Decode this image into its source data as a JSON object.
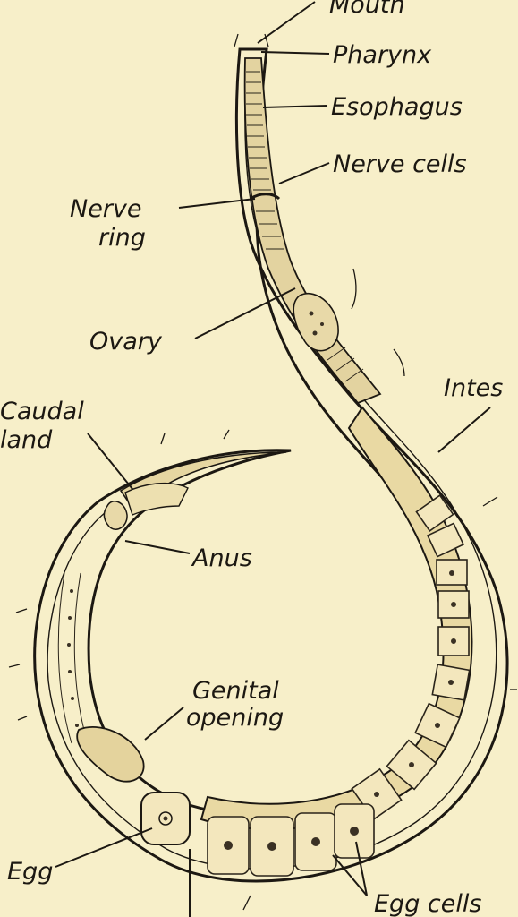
{
  "colors": {
    "paper": "#f7efc9",
    "ink": "#1c1812",
    "body_fill": "#efe2b4",
    "intestine_fill": "#e9d9a3"
  },
  "labels": {
    "mouth": "Mouth",
    "pharynx": "Pharynx",
    "esophagus": "Esophagus",
    "nerve_cells": "Nerve cells",
    "nerve_ring_1": "Nerve",
    "nerve_ring_2": "ring",
    "ovary": "Ovary",
    "intestine": "Intes",
    "caudal_gland_1": "Caudal",
    "caudal_gland_2": "land",
    "anus": "Anus",
    "genital_opening_1": "Genital",
    "genital_opening_2": "opening",
    "egg": "Egg",
    "egg_cells": "Egg cells"
  }
}
